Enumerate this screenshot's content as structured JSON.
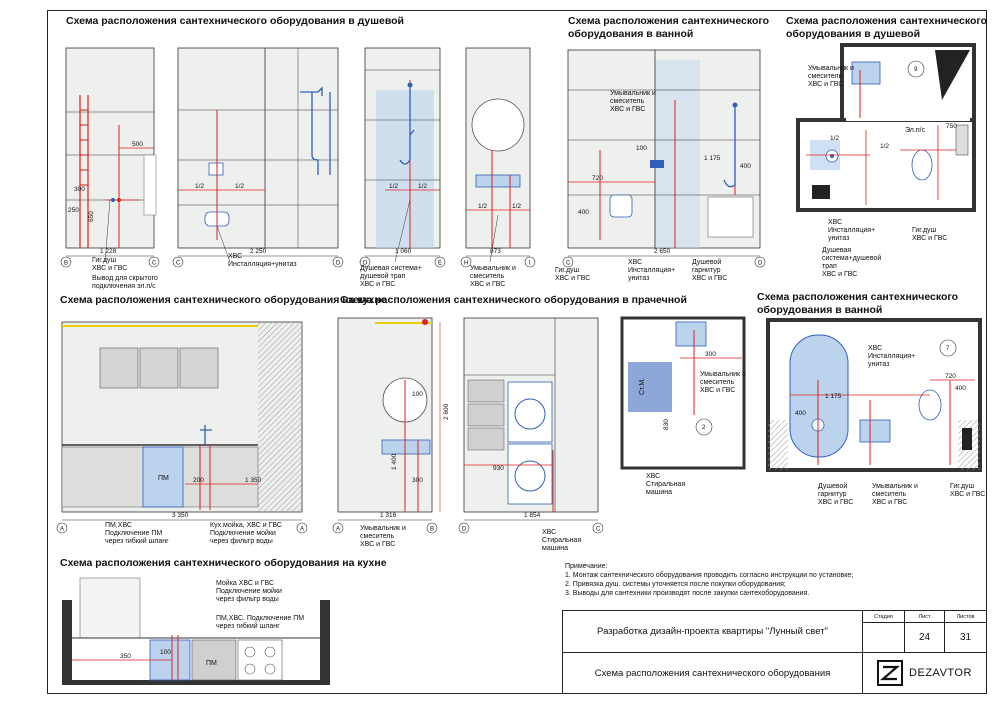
{
  "titles": {
    "shower1": "Схема расположения сантехнического оборудования в душевой",
    "bath1_l1": "Схема расположения сантехнического",
    "bath1_l2": "оборудования в ванной",
    "shower_plan_l1": "Схема расположения сантехнического",
    "shower_plan_l2": "оборудования в душевой",
    "kitchen1": "Схема расположения сантехнического оборудования на кухне",
    "laundry": "Схема расположения сантехнического оборудования в прачечной",
    "bath_plan_l1": "Схема расположения сантехнического",
    "bath_plan_l2": "оборудования в ванной",
    "kitchen2": "Схема расположения сантехнического оборудования на кухне"
  },
  "axes": {
    "B": "B",
    "C": "C",
    "D": "D",
    "E": "E",
    "H": "H",
    "I": "I",
    "A": "A"
  },
  "dims": {
    "d1228": "1 228",
    "d2250": "2 250",
    "d1060": "1 060",
    "d873": "873",
    "d2650": "2 650",
    "d250": "250",
    "d650": "650",
    "d500": "500",
    "d300": "300",
    "half": "1/2",
    "d720": "720",
    "d400": "400",
    "d100": "100",
    "d1175": "1 175",
    "d3350": "3 350",
    "d200": "200",
    "d1350": "1 350",
    "d1316": "1 316",
    "d1854": "1 854",
    "d2600": "2 600",
    "d930": "930",
    "d1400": "1 400",
    "d750": "750",
    "d830": "830",
    "d350": "350"
  },
  "labels": {
    "gig_dush": "Гиг.душ",
    "hvs_gvs": "ХВС и ГВС",
    "vyvod1": "Вывод для скрытого",
    "vyvod2": "подключения эл.п/с",
    "hvs": "ХВС",
    "install_unitaz": "Инсталляция+унитаз",
    "dush_sys": "Душевая система+",
    "dush_trap": "душевой трап",
    "umyv": "Умывальник и",
    "smesitel": "смеситель",
    "smertel": "смеситель",
    "dush_garnitur1": "Душевой",
    "dush_garnitur2": "гарнитур",
    "el_ps": "Эл.п/с",
    "inst_unitaz_line": "Инсталляция+",
    "unitaz": "унитаз",
    "dush_sys2": "Душевая",
    "dush_sys3": "система+душевой",
    "trap": "трап",
    "pm": "ПМ",
    "pm_hvs": "ПМ,ХВС",
    "pm_conn1": "Подключение ПМ",
    "pm_conn2": "через гибкий шланг",
    "kuh_moika": "Кух.мойка, ХВС и ГВС",
    "moika_conn1": "Подключение мойки",
    "moika_conn2": "через фильтр воды",
    "stiral1": "Стиральная",
    "stiral2": "машина",
    "moika_hvs_gvs": "Мойка ХВС и ГВС",
    "pm_hvs2": "ПМ,ХВС. Подключение ПМ",
    "pm_conn3": "через гибкий шланг",
    "room9": "9",
    "room2": "2",
    "room7": "7",
    "stm": "Ст.М."
  },
  "notes": {
    "head": "Примечание:",
    "n1": "1. Монтаж сантехнического оборудования проводить согласно инструкции по установке;",
    "n2": "2. Привязка душ. системы уточняется после покупки оборудования;",
    "n3": "3. Выводы для сантехники производят после закупки сантехоборудования."
  },
  "title_block": {
    "stage_label": "Стадия",
    "sheet_label": "Лист",
    "sheets_label": "Листов",
    "project": "Разработка дизайн-проекта квартиры \"Лунный свет\"",
    "sheet": "24",
    "sheets": "31",
    "drawing": "Схема расположения сантехнического оборудования",
    "logo": "DEZAVTOR"
  },
  "colors": {
    "red": "#e0201c",
    "blue": "#2f5fb8",
    "lightblue": "#bcd3ee"
  }
}
